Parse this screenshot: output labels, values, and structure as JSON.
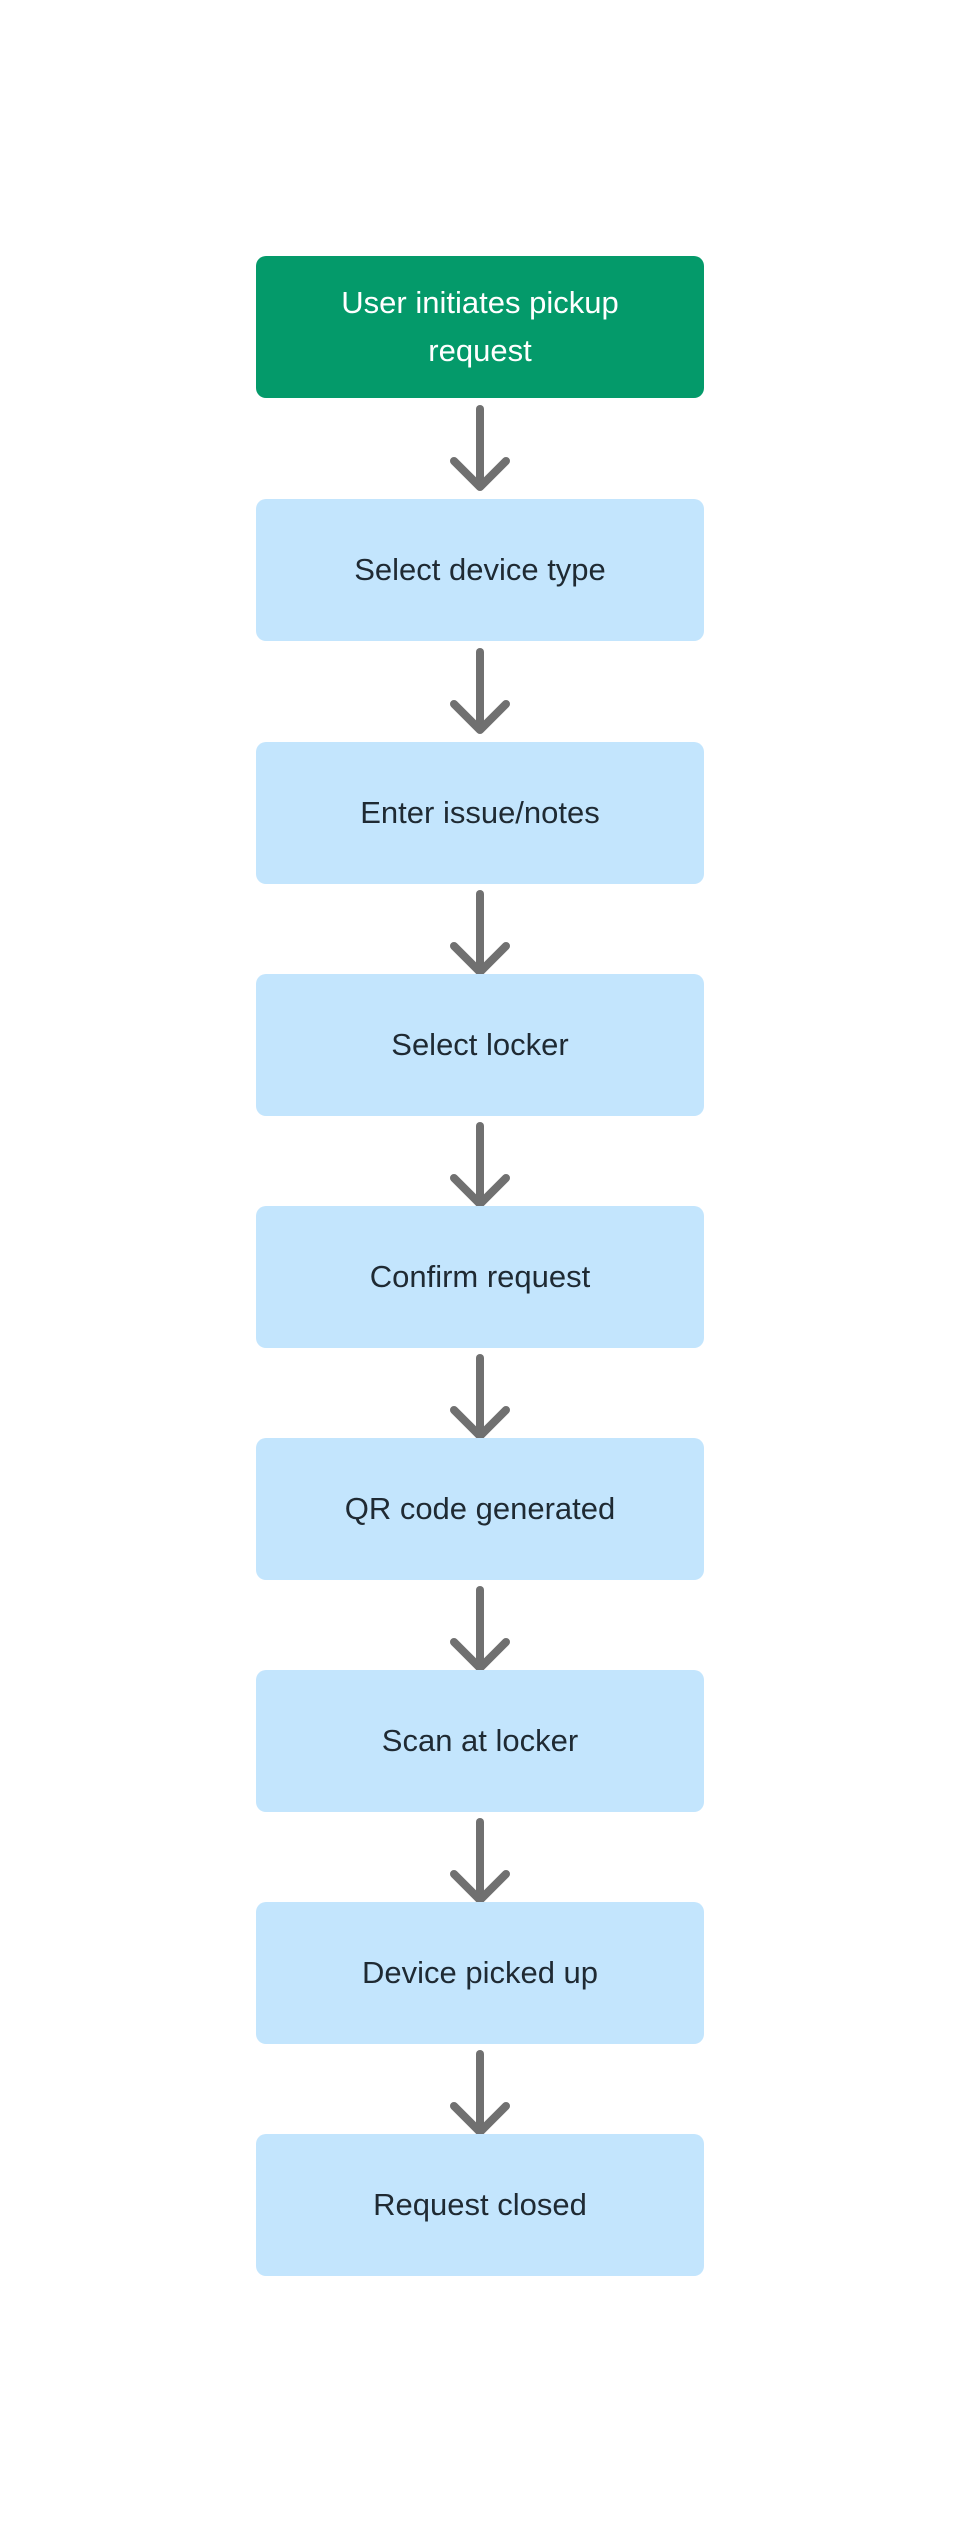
{
  "flowchart": {
    "steps": [
      {
        "label": "User initiates pickup request",
        "style": "start"
      },
      {
        "label": "Select device type",
        "style": "step"
      },
      {
        "label": "Enter issue/notes",
        "style": "step"
      },
      {
        "label": "Select locker",
        "style": "step"
      },
      {
        "label": "Confirm request",
        "style": "step"
      },
      {
        "label": "QR code generated",
        "style": "step"
      },
      {
        "label": "Scan at locker",
        "style": "step"
      },
      {
        "label": "Device picked up",
        "style": "step"
      },
      {
        "label": "Request closed",
        "style": "step"
      }
    ],
    "colors": {
      "start_fill": "#049a6a",
      "start_text": "#ffffff",
      "step_fill": "#c3e5fd",
      "step_text": "#1f2a33",
      "arrow": "#707070"
    }
  }
}
